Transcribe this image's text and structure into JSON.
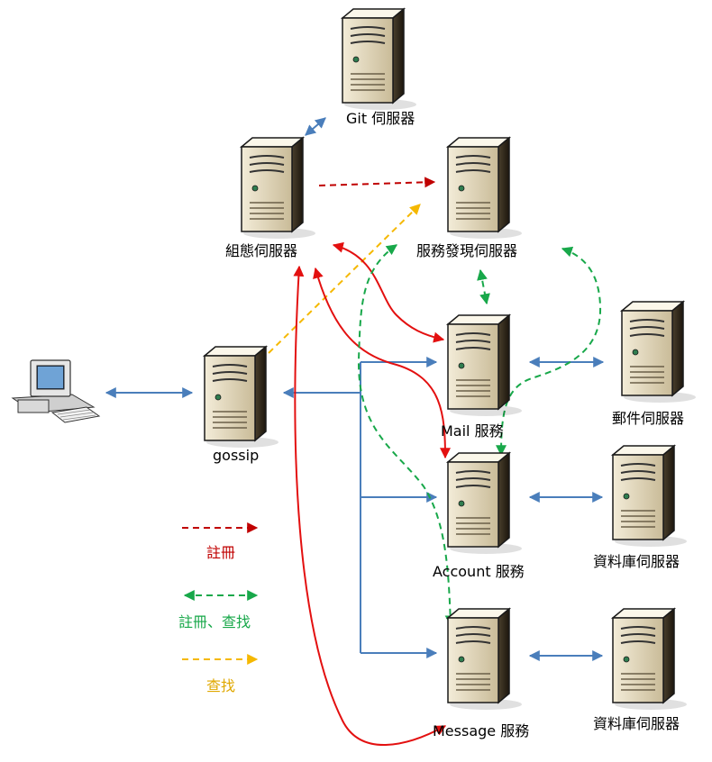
{
  "nodes": {
    "git": {
      "label": "Git 伺服器"
    },
    "config": {
      "label": "組態伺服器"
    },
    "discovery": {
      "label": "服務發現伺服器"
    },
    "gossip": {
      "label": "gossip"
    },
    "mail": {
      "label": "Mail 服務"
    },
    "mailserver": {
      "label": "郵件伺服器"
    },
    "account": {
      "label": "Account 服務"
    },
    "db1": {
      "label": "資料庫伺服器"
    },
    "message": {
      "label": "Message 服務"
    },
    "db2": {
      "label": "資料庫伺服器"
    }
  },
  "legend": {
    "register": {
      "label": "註冊"
    },
    "register_lookup": {
      "label": "註冊、查找"
    },
    "lookup": {
      "label": "查找"
    }
  },
  "colors": {
    "blue": "#4a7ebb",
    "dark_red": "#c00000",
    "red": "#e31010",
    "green": "#18a84a",
    "yellow": "#f5b800"
  }
}
